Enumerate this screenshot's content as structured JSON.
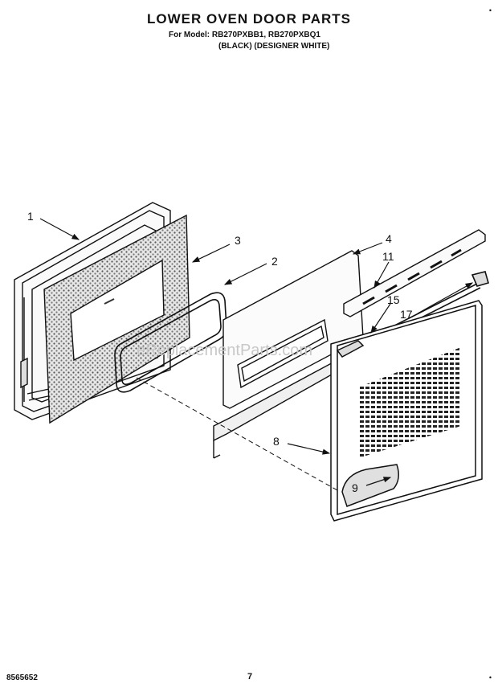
{
  "header": {
    "title": "LOWER OVEN DOOR PARTS",
    "model_line": "For Model: RB270PXBB1, RB270PXBQ1",
    "color_line": "(BLACK) (DESIGNER WHITE)",
    "corner_mark": "•"
  },
  "footer": {
    "doc_number": "8565652",
    "page_number": "7",
    "corner_mark": "•"
  },
  "watermark": "eReplacementParts.com",
  "callouts": [
    {
      "id": "1",
      "label": "1"
    },
    {
      "id": "2",
      "label": "2"
    },
    {
      "id": "3",
      "label": "3"
    },
    {
      "id": "4",
      "label": "4"
    },
    {
      "id": "8",
      "label": "8"
    },
    {
      "id": "9",
      "label": "9"
    },
    {
      "id": "11",
      "label": "11"
    },
    {
      "id": "15",
      "label": "15"
    },
    {
      "id": "17",
      "label": "17"
    }
  ]
}
